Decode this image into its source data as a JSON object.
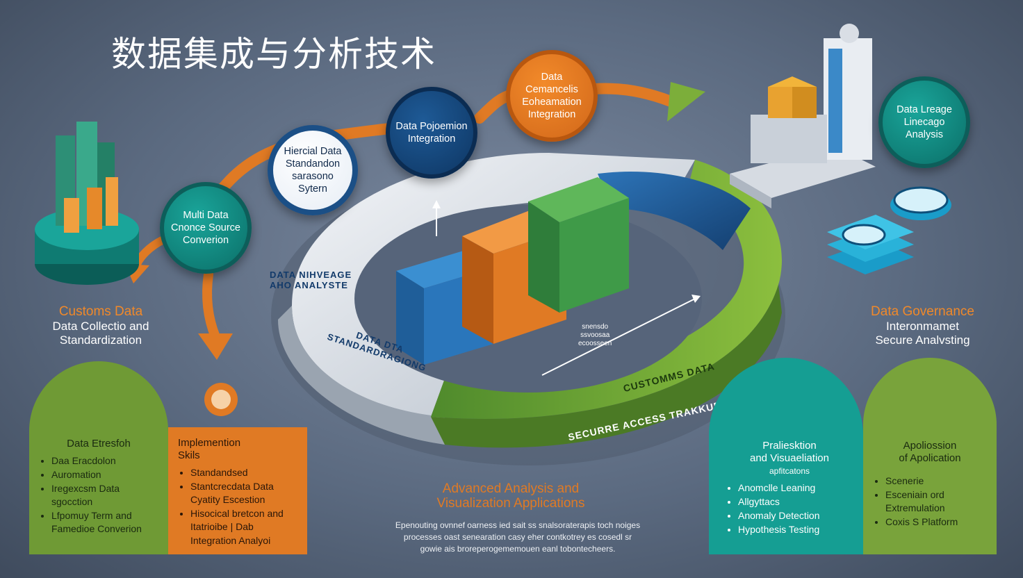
{
  "title": "数据集成与分析技术",
  "bubbles": {
    "multi_source": "Multi Data Cnonce Source Converion",
    "standardization": "Hiercial Data Standandon sarasono Sytern",
    "propagation": "Data Pojoemion Integration",
    "governance_integration": "Data Cemancelis Eoheamation Integration",
    "lineage": "Data Lreage Linecago Analysis"
  },
  "labels": {
    "customs_heading": "Customs Data",
    "customs_sub1": "Data Collectio and",
    "customs_sub2": "Standardization",
    "governance_heading": "Data Governance",
    "governance_sub1": "Interonmamet",
    "governance_sub2": "Secure Analvsting",
    "advanced_1": "Advanced Analysis and",
    "advanced_2": "Visualization Applications",
    "footer_1": "Epenouting ovnnef oarness ied sait ss snalsoraterapis toch noiges",
    "footer_2": "processes oast senearation casy eher contkotrey es cosedl sr",
    "footer_3": "gowie ais broreperogememouen eanl tobontecheers."
  },
  "ring": {
    "lineage_1": "DATA NIHVEAGE",
    "lineage_2": "AHO ANALYSTE",
    "standardization_1": "DATA DTA",
    "standardization_2": "STANDARDRAGIONG",
    "customs": "CUSTOMMS DATA",
    "secure": "SECURRE ACCESS TRAKKURY",
    "cube_text_1": "snensdo",
    "cube_text_2": "ssvoosaa",
    "cube_text_3": "ecoosseen"
  },
  "panels": {
    "p1": {
      "title": "Data Etresfoh",
      "items": [
        "Daa Eracdolon",
        "Auromation",
        "Iregexcsm Data sgocction",
        "Lfpomuy Term and Famedioe Converion"
      ]
    },
    "p2": {
      "title_1": "Implemention",
      "title_2": "Skils",
      "items": [
        "Standandsed",
        "Stantcrecdata Data Cyatity Escestion",
        "Hisocical bretcon and Itatrioibe | Dab",
        "Integration Analyoi"
      ]
    },
    "p3": {
      "title_1": "Praliesktion",
      "title_2": "and Visuaeliation",
      "title_3": "apfitcatons",
      "items": [
        "Anomclle Leaning",
        "Allgyttacs",
        "Anomaly Detection",
        "Hypothesis Testing"
      ]
    },
    "p4": {
      "title_1": "Apoliossion",
      "title_2": "of Apolication",
      "items": [
        "Scenerie",
        "Esceniain ord Extremulation",
        "Coxis S Platform"
      ]
    }
  },
  "colors": {
    "teal": "#159e93",
    "navy": "#1b4f86",
    "orange": "#e07a24",
    "green": "#6f9a35"
  }
}
